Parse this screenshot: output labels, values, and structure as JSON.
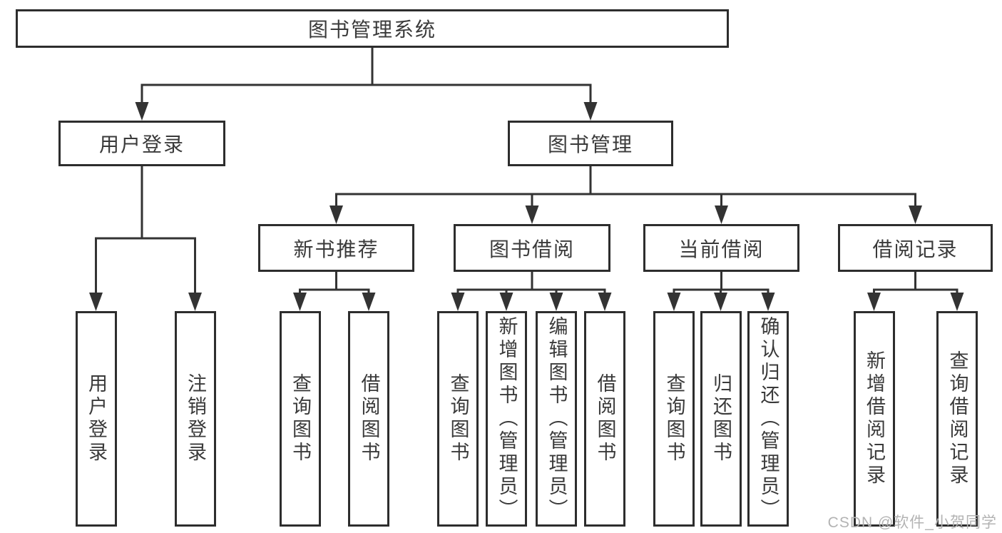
{
  "colors": {
    "background": "#ffffff",
    "line": "#333333",
    "box_border": "#2d2d2d",
    "box_fill": "#ffffff",
    "text": "#3a3a3a",
    "watermark": "#b3b3b3"
  },
  "watermark": {
    "text": "CSDN @软件_小贺同学"
  },
  "tree": {
    "root": {
      "label": "图书管理系统"
    },
    "user_login": {
      "label": "用户登录",
      "children": {
        "login": {
          "label": "用户登录"
        },
        "logout": {
          "label": "注销登录"
        }
      }
    },
    "book_management": {
      "label": "图书管理",
      "children": {
        "new_book_recommend": {
          "label": "新书推荐",
          "children": {
            "query_books": {
              "label": "查询图书"
            },
            "borrow_books": {
              "label": "借阅图书"
            }
          }
        },
        "book_borrowing": {
          "label": "图书借阅",
          "children": {
            "query_books": {
              "label": "查询图书"
            },
            "add_books": {
              "label": "新增图书（管理员）"
            },
            "edit_books": {
              "label": "编辑图书（管理员）"
            },
            "borrow_books": {
              "label": "借阅图书"
            }
          }
        },
        "current_borrowing": {
          "label": "当前借阅",
          "children": {
            "query_books": {
              "label": "查询图书"
            },
            "return_books": {
              "label": "归还图书"
            },
            "confirm_return": {
              "label": "确认归还（管理员）"
            }
          }
        },
        "borrowing_records": {
          "label": "借阅记录",
          "children": {
            "add_record": {
              "label": "新增借阅记录"
            },
            "query_record": {
              "label": "查询借阅记录"
            }
          }
        }
      }
    }
  }
}
